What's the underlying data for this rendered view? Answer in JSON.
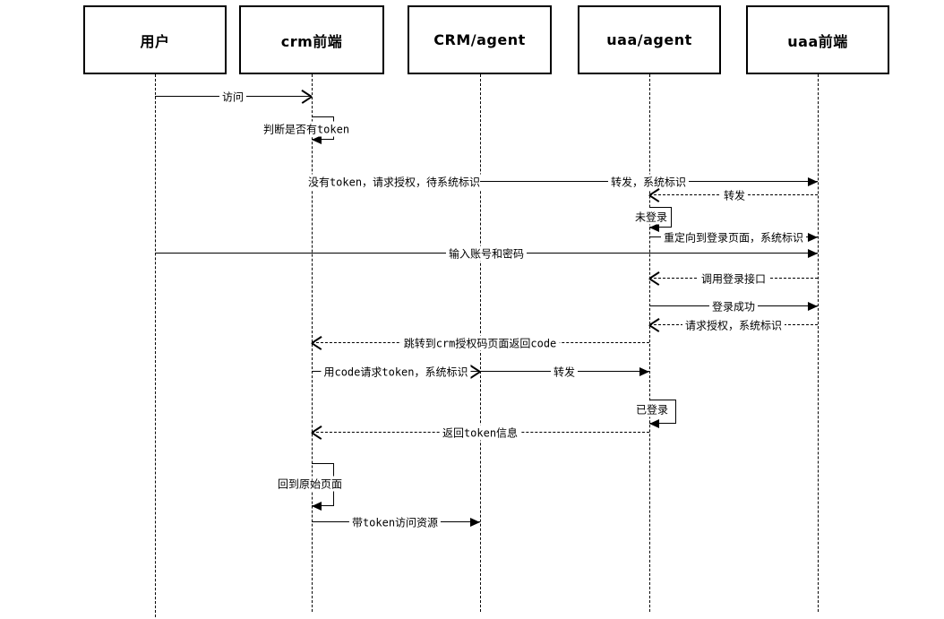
{
  "diagram": {
    "type": "uml-sequence",
    "colors": {
      "line": "#000000",
      "background": "#ffffff",
      "text": "#000000"
    },
    "actors": [
      {
        "label": "用户"
      },
      {
        "label": "crm前端"
      },
      {
        "label": "CRM/agent"
      },
      {
        "label": "uaa/agent"
      },
      {
        "label": "uaa前端"
      }
    ],
    "messages": [
      {
        "from": "用户",
        "to": "crm前端",
        "style": "solid-open",
        "label": "访问"
      },
      {
        "self": "crm前端",
        "style": "self-loop",
        "label": "判断是否有token"
      },
      {
        "from": "crm前端",
        "to": "CRM/agent",
        "style": "solid-filled",
        "label": "没有token，请求授权，待系统标识"
      },
      {
        "from": "CRM/agent",
        "to": "uaa前端",
        "style": "solid-filled",
        "label": "转发，系统标识"
      },
      {
        "from": "uaa前端",
        "to": "uaa/agent",
        "style": "dashed-open",
        "label": "转发"
      },
      {
        "self": "uaa/agent",
        "style": "self-loop",
        "label": "未登录"
      },
      {
        "from": "uaa/agent",
        "to": "uaa前端",
        "style": "solid-filled",
        "label": "重定向到登录页面，系统标识"
      },
      {
        "from": "用户",
        "to": "uaa前端",
        "style": "solid-filled",
        "label": "输入账号和密码"
      },
      {
        "from": "uaa前端",
        "to": "uaa/agent",
        "style": "dashed-open",
        "label": "调用登录接口"
      },
      {
        "from": "uaa/agent",
        "to": "uaa前端",
        "style": "solid-filled",
        "label": "登录成功"
      },
      {
        "from": "uaa前端",
        "to": "uaa/agent",
        "style": "dashed-open",
        "label": "请求授权，系统标识"
      },
      {
        "from": "uaa/agent",
        "to": "crm前端",
        "style": "dashed-open",
        "label": "跳转到crm授权码页面返回code"
      },
      {
        "from": "crm前端",
        "to": "CRM/agent",
        "style": "solid-open",
        "label": "用code请求token，系统标识"
      },
      {
        "from": "CRM/agent",
        "to": "uaa/agent",
        "style": "solid-filled",
        "label": "转发"
      },
      {
        "self": "uaa/agent",
        "style": "self-loop",
        "label": "已登录"
      },
      {
        "from": "uaa/agent",
        "to": "crm前端",
        "style": "dashed-open",
        "label": "返回token信息"
      },
      {
        "self": "crm前端",
        "style": "self-loop",
        "label": "回到原始页面"
      },
      {
        "from": "crm前端",
        "to": "CRM/agent",
        "style": "solid-filled",
        "label": "带token访问资源"
      }
    ]
  }
}
